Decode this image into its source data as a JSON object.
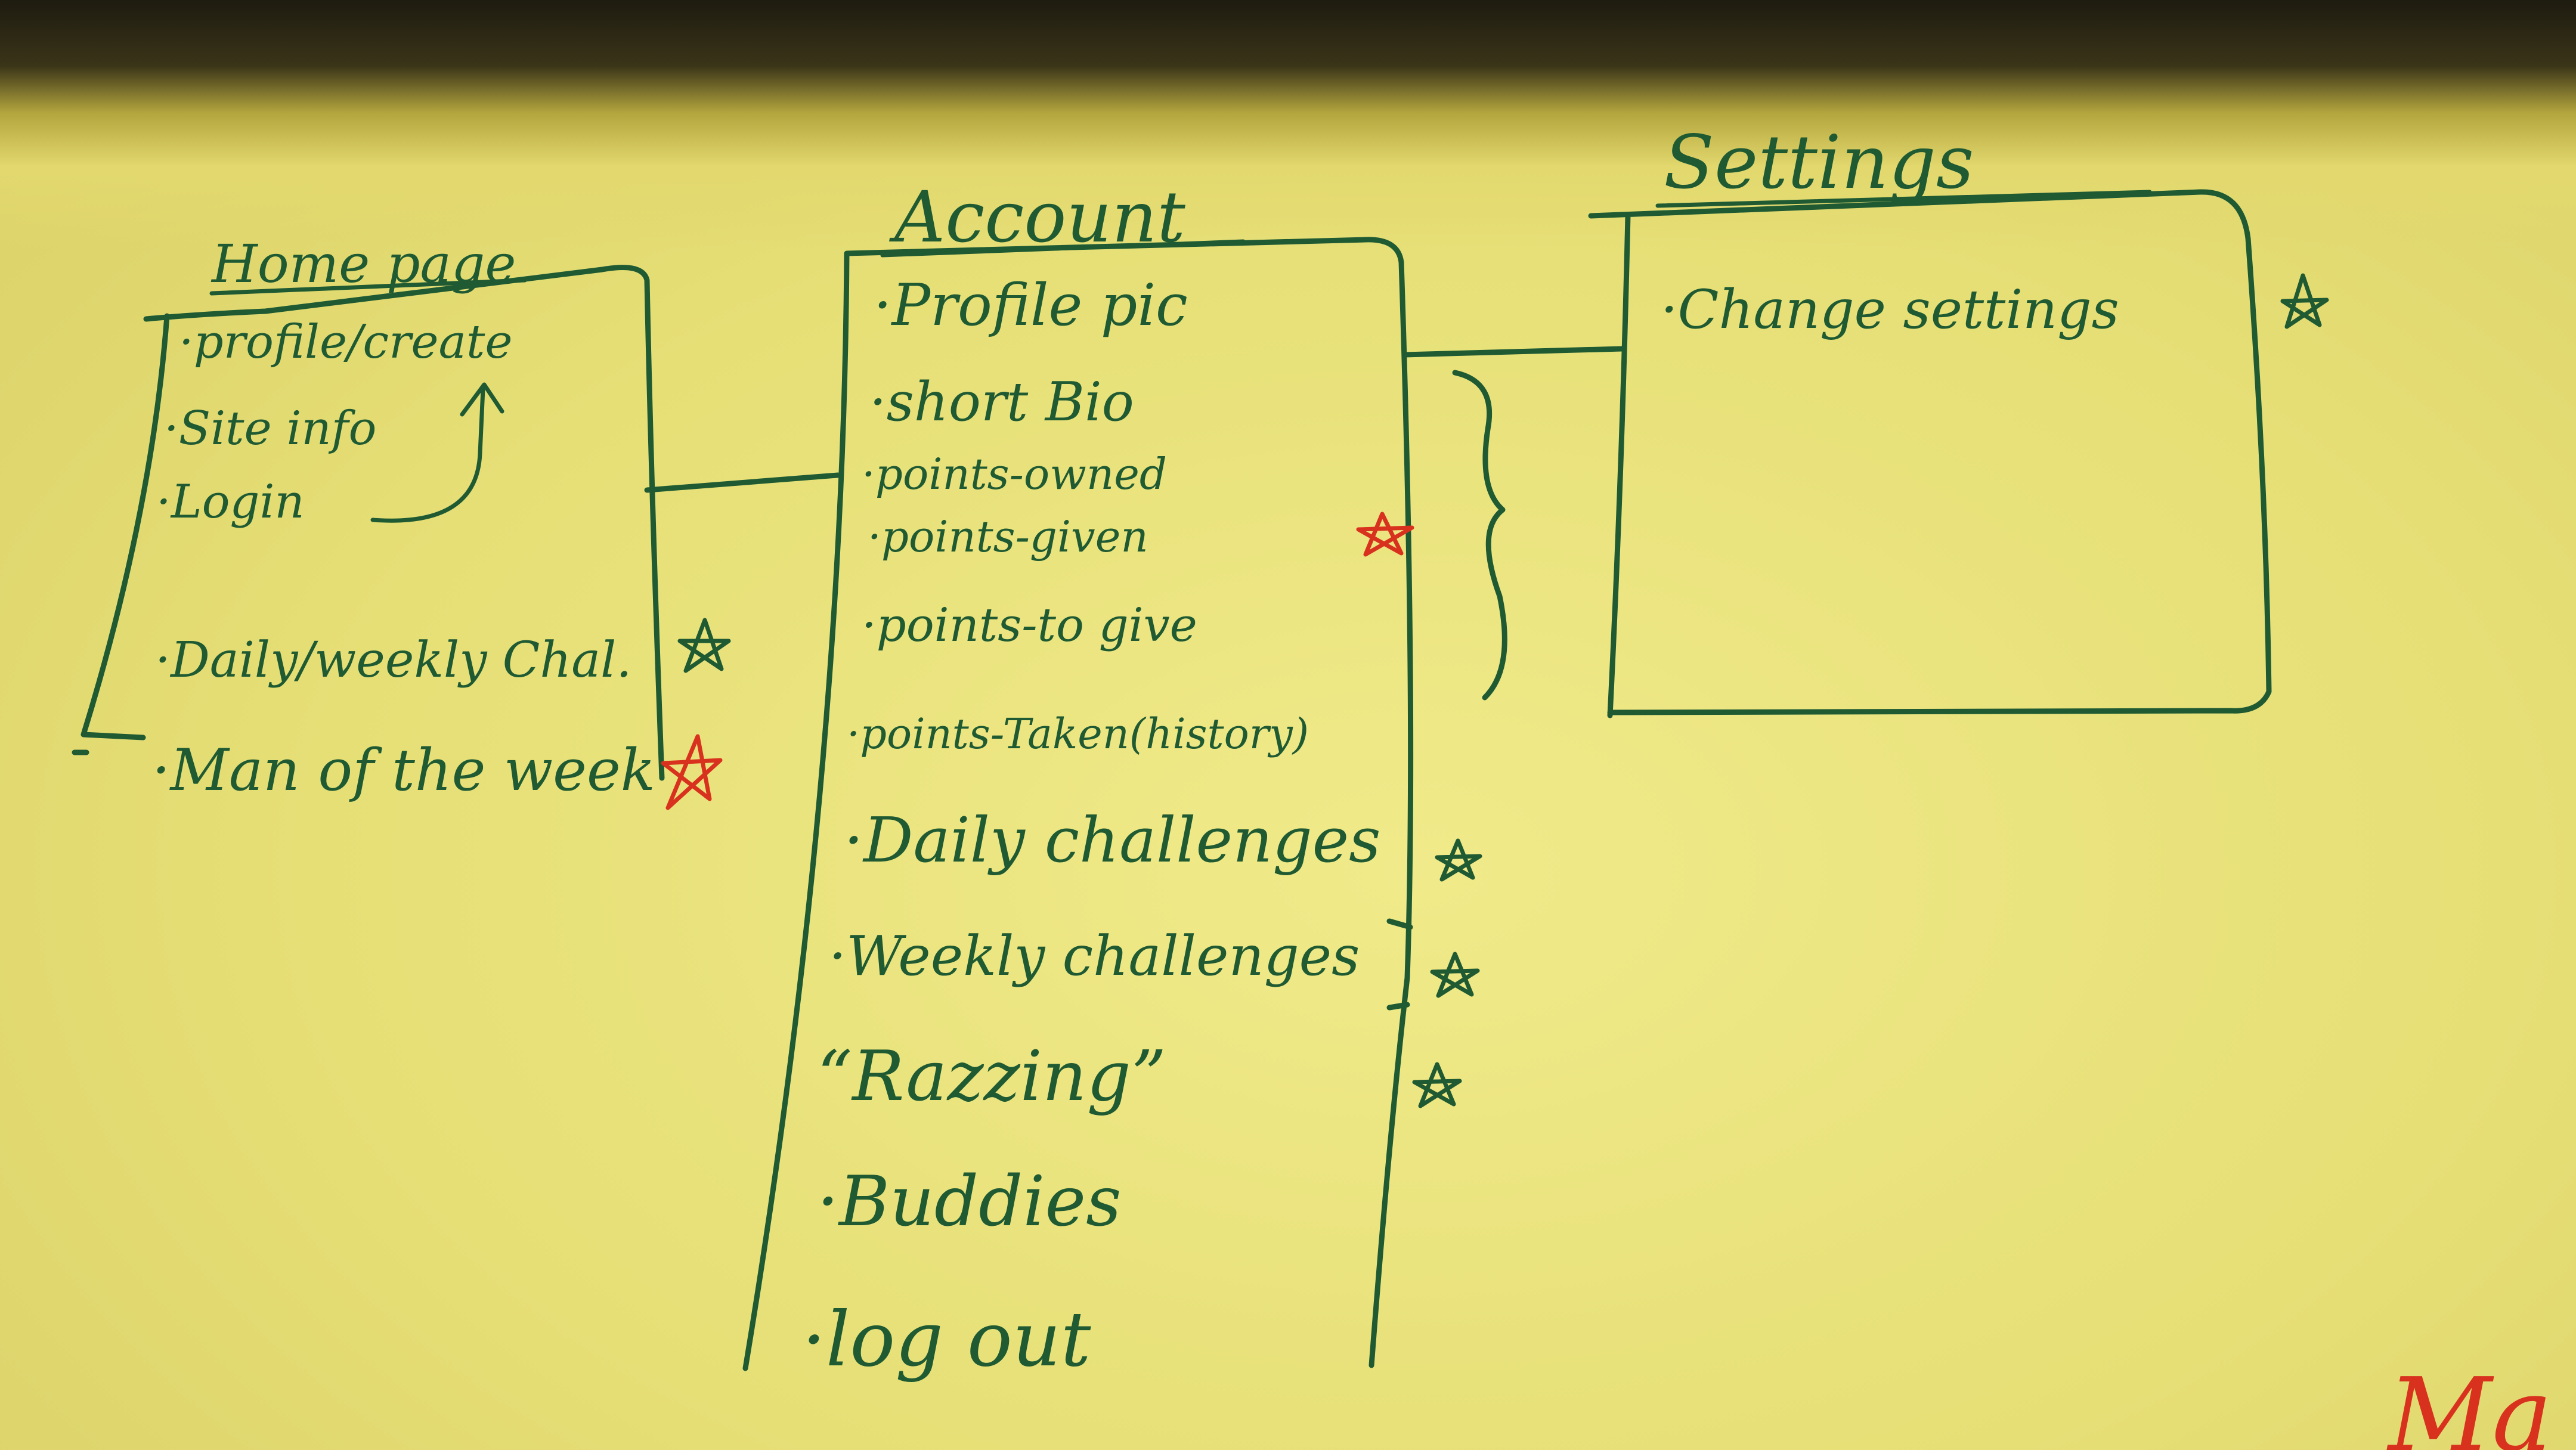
{
  "colors": {
    "board": "#e6df76",
    "marker_green": "#1f5a33",
    "marker_red": "#d8321f"
  },
  "boxes": {
    "homepage": {
      "title": "Home page",
      "items": [
        "·profile/create",
        "·Site info",
        "·Login",
        "·Daily/weekly Chal.",
        "·Man of the week"
      ]
    },
    "account": {
      "title": "Account",
      "items": [
        "·Profile pic",
        "·short Bio",
        "·points-owned",
        "·points-given",
        "·points-to give",
        "·points-Taken(history)",
        "·Daily challenges",
        "·Weekly challenges",
        "“Razzing”",
        "·Buddies",
        "·log out"
      ]
    },
    "settings": {
      "title": "Settings",
      "items": [
        "·Change settings"
      ]
    }
  },
  "marks": {
    "green_star_icon": "star-green",
    "red_star_icon": "star-red"
  },
  "edge_fragment": "Ma"
}
